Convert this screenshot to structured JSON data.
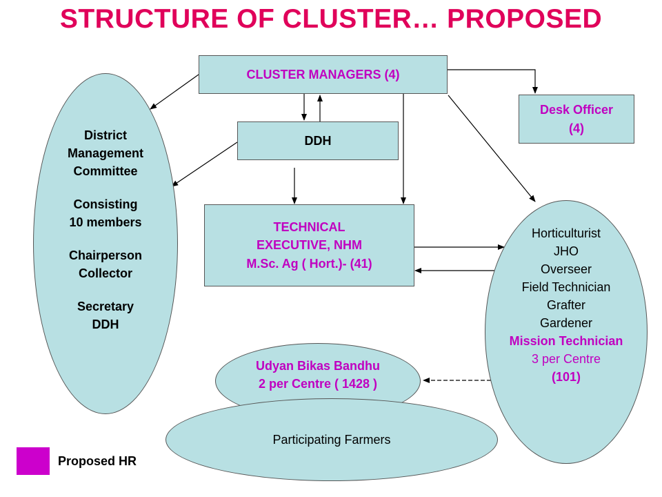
{
  "title": "STRUCTURE OF CLUSTER… PROPOSED",
  "cluster_managers": "CLUSTER MANAGERS (4)",
  "ddh": "DDH",
  "desk_officer": [
    "Desk Officer",
    "(4)"
  ],
  "technical_executive": [
    "TECHNICAL",
    "EXECUTIVE, NHM",
    "M.Sc. Ag ( Hort.)- (41)"
  ],
  "district_committee": [
    "District",
    "Management",
    "Committee",
    "",
    "Consisting",
    "10 members",
    "",
    "Chairperson",
    "Collector",
    "",
    "Secretary",
    "DDH"
  ],
  "field_staff": [
    "Horticulturist",
    "JHO",
    "Overseer",
    "Field Technician",
    "Grafter",
    "Gardener"
  ],
  "mission_technician": [
    "Mission Technician",
    "3 per Centre",
    "(101)"
  ],
  "udyan": [
    "Udyan Bikas Bandhu",
    "2 per Centre ( 1428 )"
  ],
  "participating_farmers": "Participating Farmers",
  "legend": {
    "label": "Proposed HR",
    "color": "#cc00cc"
  },
  "colors": {
    "title": "#e0005a",
    "proposed_text": "#c000c0",
    "box_fill": "#b8e0e3"
  }
}
